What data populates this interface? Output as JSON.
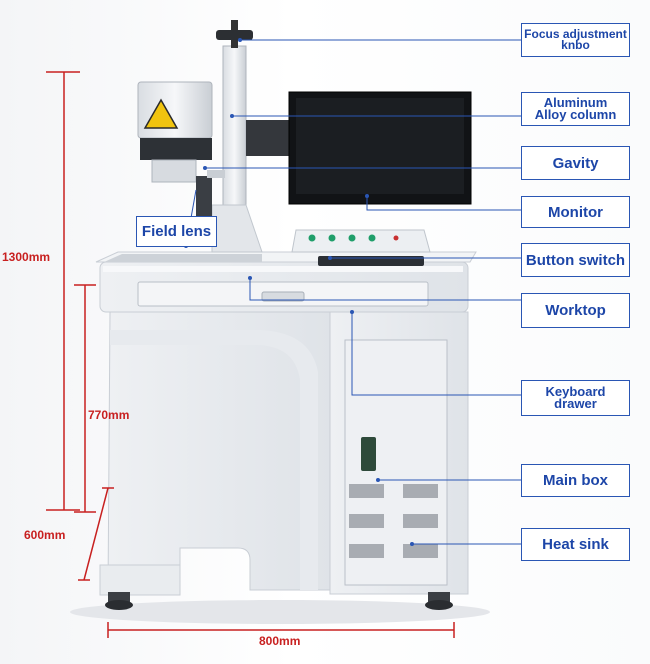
{
  "labels": {
    "focus": "Focus adjustment\nknbo",
    "aluminum": "Aluminum\nAlloy column",
    "gavity": "Gavity",
    "monitor": "Monitor",
    "button_switch": "Button switch",
    "worktop": "Worktop",
    "keyboard_drawer": "Keyboard\ndrawer",
    "main_box": "Main box",
    "heat_sink": "Heat sink",
    "field_lens": "Field lens"
  },
  "dimensions": {
    "height_total": "1300mm",
    "height_table": "770mm",
    "depth": "600mm",
    "width": "800mm"
  },
  "colors": {
    "label_blue": "#1d46a8",
    "dimension_red": "#c82020"
  },
  "icons": [
    "laser-warning-icon"
  ]
}
